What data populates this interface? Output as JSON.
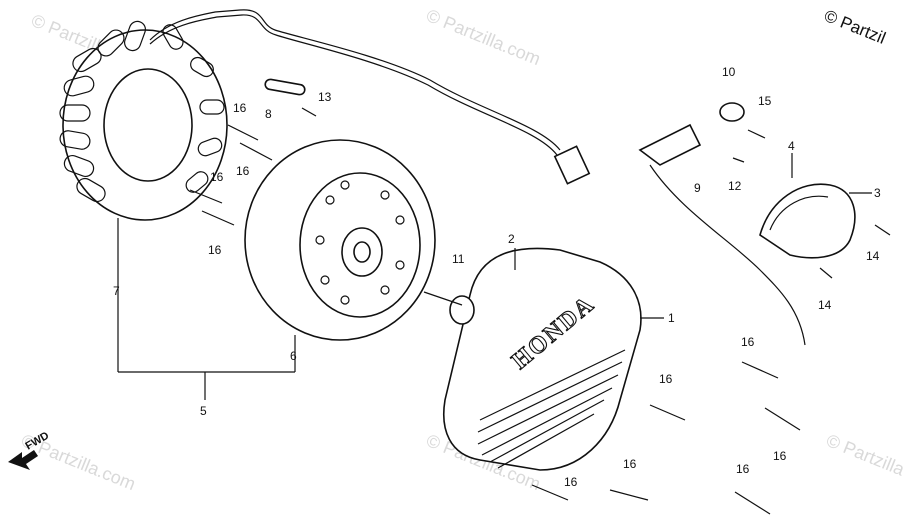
{
  "watermarks": {
    "top_left": "© Partzilla.com",
    "top_center": "© Partzilla.com",
    "bottom_center": "© Partzilla.com",
    "bottom_right": "© Partzilla",
    "bottom_left": "© Partzilla.com"
  },
  "brand_mark": "© Partzil",
  "cover_lettering": "HONDA",
  "direction_marker": {
    "label": "FWD",
    "icon": "arrow-forward-icon"
  },
  "callouts": {
    "c1": "1",
    "c2": "2",
    "c3": "3",
    "c4": "4",
    "c5": "5",
    "c6": "6",
    "c7": "7",
    "c8": "8",
    "c9": "9",
    "c10": "10",
    "c11": "11",
    "c12": "12",
    "c13": "13",
    "c14a": "14",
    "c14b": "14",
    "c15": "15",
    "c16a": "16",
    "c16b": "16",
    "c16c": "16",
    "c16d": "16",
    "c16e": "16",
    "c16f": "16",
    "c16g": "16",
    "c16h": "16",
    "c16i": "16",
    "c16j": "16"
  }
}
